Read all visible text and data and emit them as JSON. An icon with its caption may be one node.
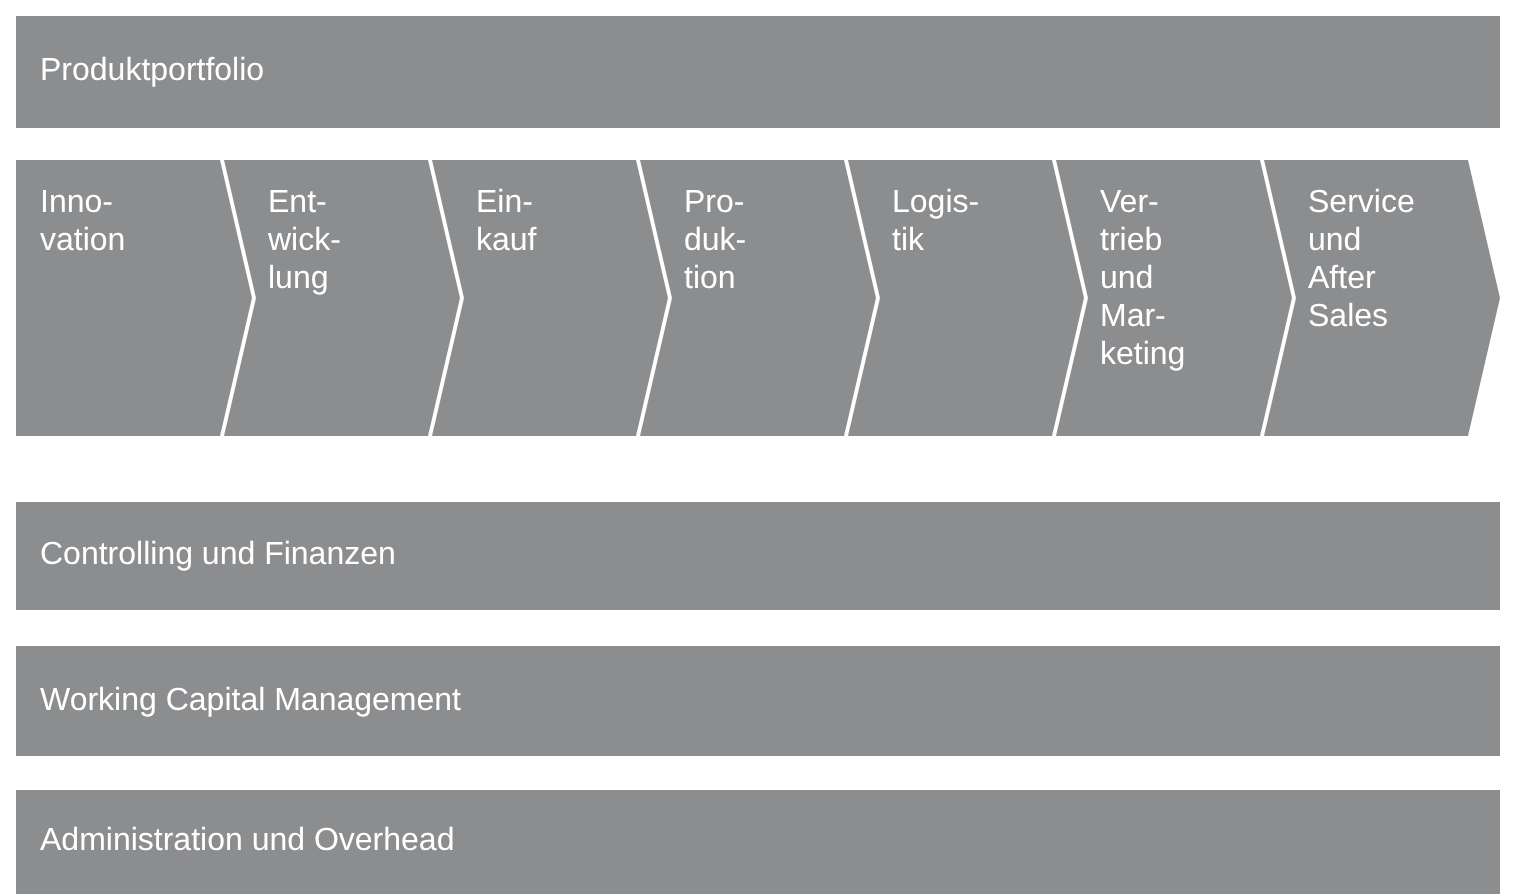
{
  "diagram": {
    "nodes": [
      {
        "text": [
          "Produktportfolio"
        ]
      },
      {
        "text": [
          "Inno- vation"
        ]
      },
      {
        "text": [
          "Ent- wick- lung"
        ]
      },
      {
        "text": [
          "Ein- kauf"
        ]
      },
      {
        "text": [
          "Pro- duk- tion"
        ]
      },
      {
        "text": [
          "Logis- tik"
        ]
      },
      {
        "text": [
          "Ver- trieb und Mar- keting"
        ]
      },
      {
        "text": [
          "Service und After Sales"
        ]
      },
      {
        "text": [
          "Controlling und Finanzen"
        ]
      },
      {
        "text": [
          "Working Capital Management"
        ]
      },
      {
        "text": [
          "Administration und Overhead"
        ]
      }
    ]
  }
}
